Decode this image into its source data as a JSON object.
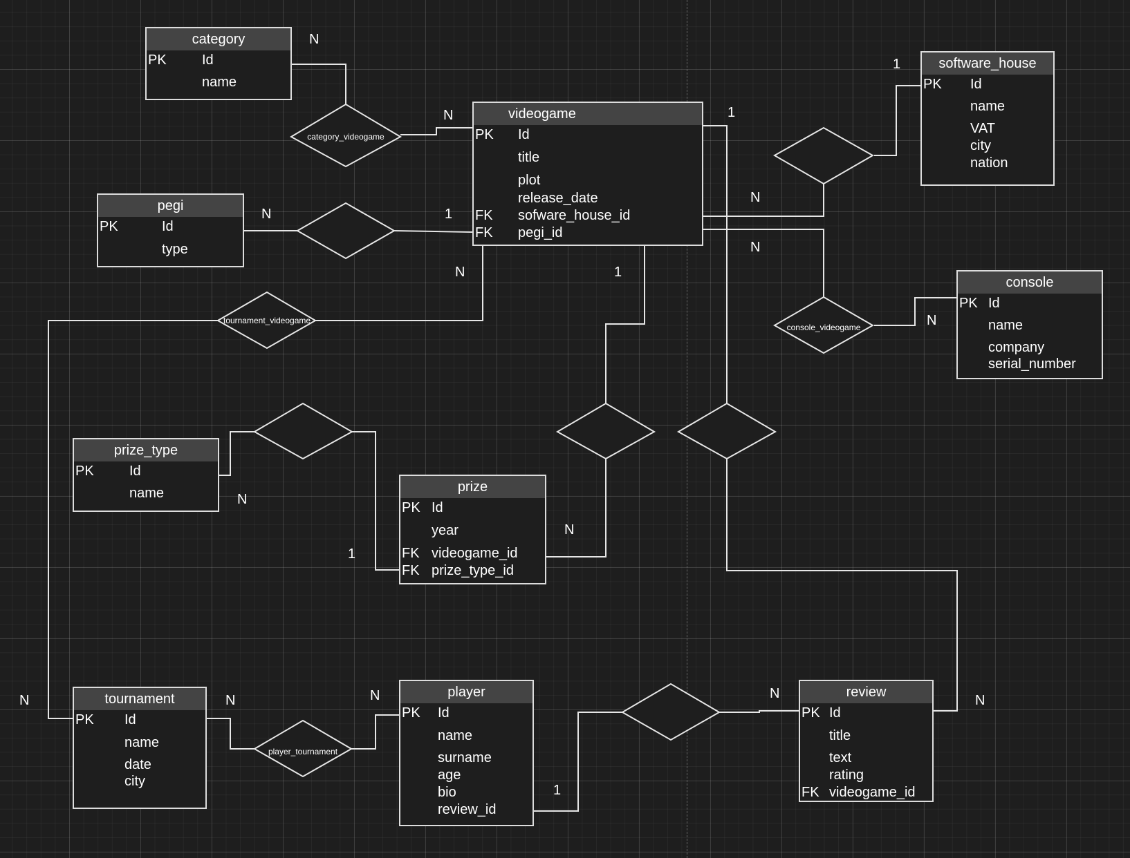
{
  "entities": {
    "category": {
      "title": "category",
      "pk": "PK",
      "attrs": [
        "Id",
        "name"
      ]
    },
    "videogame": {
      "title": "videogame",
      "pk": "PK",
      "fk1": "FK",
      "fk2": "FK",
      "attrs": [
        "Id",
        "title",
        "plot",
        "release_date",
        "sofware_house_id",
        "pegi_id"
      ]
    },
    "software_house": {
      "title": "software_house",
      "pk": "PK",
      "attrs": [
        "Id",
        "name",
        "VAT",
        "city",
        "nation"
      ]
    },
    "pegi": {
      "title": "pegi",
      "pk": "PK",
      "attrs": [
        "Id",
        "type"
      ]
    },
    "console": {
      "title": "console",
      "pk": "PK",
      "attrs": [
        "Id",
        "name",
        "company",
        "serial_number"
      ]
    },
    "prize_type": {
      "title": "prize_type",
      "pk": "PK",
      "attrs": [
        "Id",
        "name"
      ]
    },
    "prize": {
      "title": "prize",
      "pk": "PK",
      "fk1": "FK",
      "fk2": "FK",
      "attrs": [
        "Id",
        "year",
        "videogame_id",
        "prize_type_id"
      ]
    },
    "tournament": {
      "title": "tournament",
      "pk": "PK",
      "attrs": [
        "Id",
        "name",
        "date",
        "city"
      ]
    },
    "player": {
      "title": "player",
      "pk": "PK",
      "attrs": [
        "Id",
        "name",
        "surname",
        "age",
        "bio",
        "review_id"
      ]
    },
    "review": {
      "title": "review",
      "pk": "PK",
      "fk1": "FK",
      "attrs": [
        "Id",
        "title",
        "text",
        "rating",
        "videogame_id"
      ]
    }
  },
  "relationships": {
    "category_videogame": "category_videogame",
    "tournament_videogame": "tournament_videogame",
    "console_videogame": "console_videogame",
    "player_tournament": "player_tournament"
  },
  "cardinalities": {
    "category_n": "N",
    "videogame_category_n": "N",
    "software_house_1": "1",
    "videogame_sh_1": "1",
    "videogame_sh_n": "N",
    "pegi_n": "N",
    "videogame_pegi_1": "1",
    "videogame_console_n": "N",
    "console_n": "N",
    "videogame_tournament_n": "N",
    "videogame_prize_1": "1",
    "prize_type_n": "N",
    "prize_type_1": "1",
    "prize_n": "N",
    "tournament_left_n": "N",
    "tournament_right_n": "N",
    "player_left_n": "N",
    "player_1": "1",
    "review_left_n": "N",
    "review_right_n": "N"
  },
  "colors": {
    "background": "#1e1e1e",
    "header": "#444444",
    "stroke": "#dddddd",
    "text": "#ffffff"
  }
}
